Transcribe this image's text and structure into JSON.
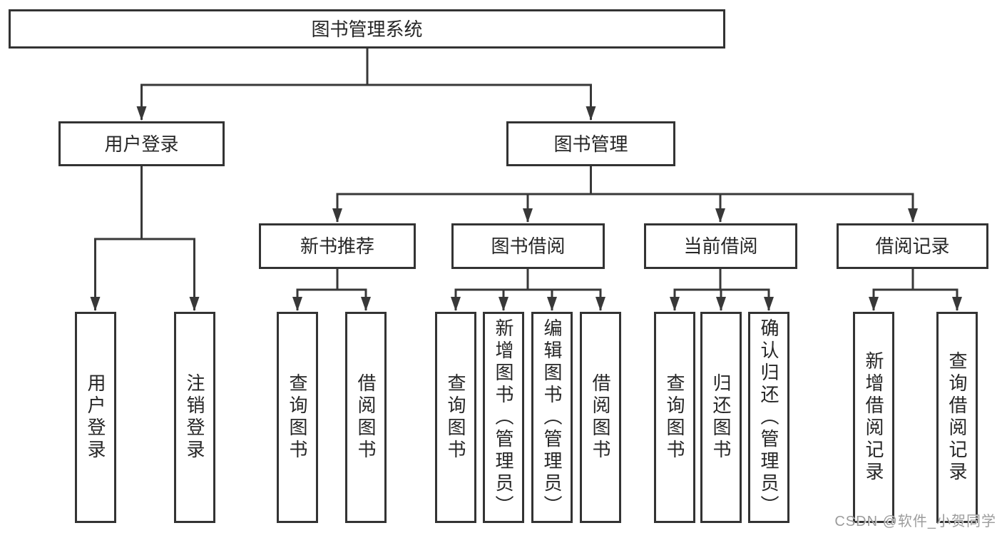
{
  "tree": {
    "root": {
      "label": "图书管理系统"
    },
    "level1": [
      {
        "label": "用户登录",
        "children": [
          {
            "label": "用户登录"
          },
          {
            "label": "注销登录"
          }
        ]
      },
      {
        "label": "图书管理",
        "children": [
          {
            "label": "新书推荐",
            "children": [
              {
                "label": "查询图书"
              },
              {
                "label": "借阅图书"
              }
            ]
          },
          {
            "label": "图书借阅",
            "children": [
              {
                "label": "查询图书"
              },
              {
                "label": "新增图书（管理员）"
              },
              {
                "label": "编辑图书（管理员）"
              },
              {
                "label": "借阅图书"
              }
            ]
          },
          {
            "label": "当前借阅",
            "children": [
              {
                "label": "查询图书"
              },
              {
                "label": "归还图书"
              },
              {
                "label": "确认归还（管理员）"
              }
            ]
          },
          {
            "label": "借阅记录",
            "children": [
              {
                "label": "新增借阅记录"
              },
              {
                "label": "查询借阅记录"
              }
            ]
          }
        ]
      }
    ]
  },
  "watermark": {
    "text": "CSDN @软件_小贺同学"
  },
  "colors": {
    "line": "#383838",
    "box_border": "#333333",
    "text": "#262626",
    "watermark": "#9c9c9c",
    "background": "#ffffff"
  }
}
